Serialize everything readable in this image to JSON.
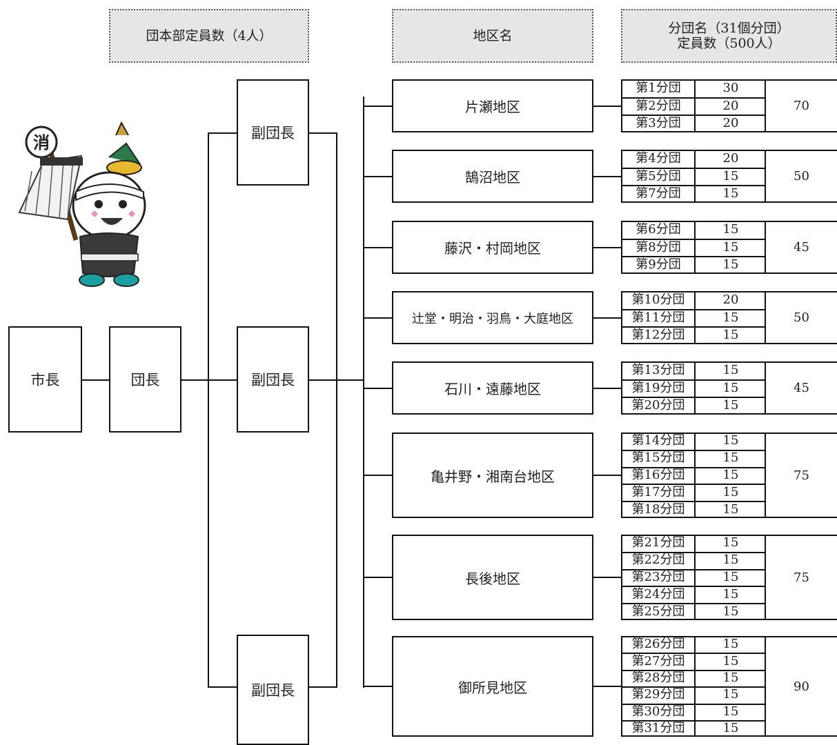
{
  "headers": {
    "hq": "団本部定員数（4人）",
    "district": "地区名",
    "branch_line1": "分団名（31個分団）",
    "branch_line2": "定員数（500人）"
  },
  "org": {
    "mayor": "市長",
    "chief": "団長",
    "vice_chief": "副団長"
  },
  "districts": [
    {
      "name": "片瀬地区",
      "total": "70",
      "branches": [
        [
          "第1分団",
          "30"
        ],
        [
          "第2分団",
          "20"
        ],
        [
          "第3分団",
          "20"
        ]
      ]
    },
    {
      "name": "鵠沼地区",
      "total": "50",
      "branches": [
        [
          "第4分団",
          "20"
        ],
        [
          "第5分団",
          "15"
        ],
        [
          "第7分団",
          "15"
        ]
      ]
    },
    {
      "name": "藤沢・村岡地区",
      "total": "45",
      "branches": [
        [
          "第6分団",
          "15"
        ],
        [
          "第8分団",
          "15"
        ],
        [
          "第9分団",
          "15"
        ]
      ]
    },
    {
      "name": "辻堂・明治・羽鳥・大庭地区",
      "total": "50",
      "branches": [
        [
          "第10分団",
          "20"
        ],
        [
          "第11分団",
          "15"
        ],
        [
          "第12分団",
          "15"
        ]
      ]
    },
    {
      "name": "石川・遠藤地区",
      "total": "45",
      "branches": [
        [
          "第13分団",
          "15"
        ],
        [
          "第19分団",
          "15"
        ],
        [
          "第20分団",
          "15"
        ]
      ]
    },
    {
      "name": "亀井野・湘南台地区",
      "total": "75",
      "branches": [
        [
          "第14分団",
          "15"
        ],
        [
          "第15分団",
          "15"
        ],
        [
          "第16分団",
          "15"
        ],
        [
          "第17分団",
          "15"
        ],
        [
          "第18分団",
          "15"
        ]
      ]
    },
    {
      "name": "長後地区",
      "total": "75",
      "branches": [
        [
          "第21分団",
          "15"
        ],
        [
          "第22分団",
          "15"
        ],
        [
          "第23分団",
          "15"
        ],
        [
          "第24分団",
          "15"
        ],
        [
          "第25分団",
          "15"
        ]
      ]
    },
    {
      "name": "御所見地区",
      "total": "90",
      "branches": [
        [
          "第26分団",
          "15"
        ],
        [
          "第27分団",
          "15"
        ],
        [
          "第28分団",
          "15"
        ],
        [
          "第29分団",
          "15"
        ],
        [
          "第30分団",
          "15"
        ],
        [
          "第31分団",
          "15"
        ]
      ]
    }
  ],
  "mascot": {
    "emblem_char": "消"
  }
}
